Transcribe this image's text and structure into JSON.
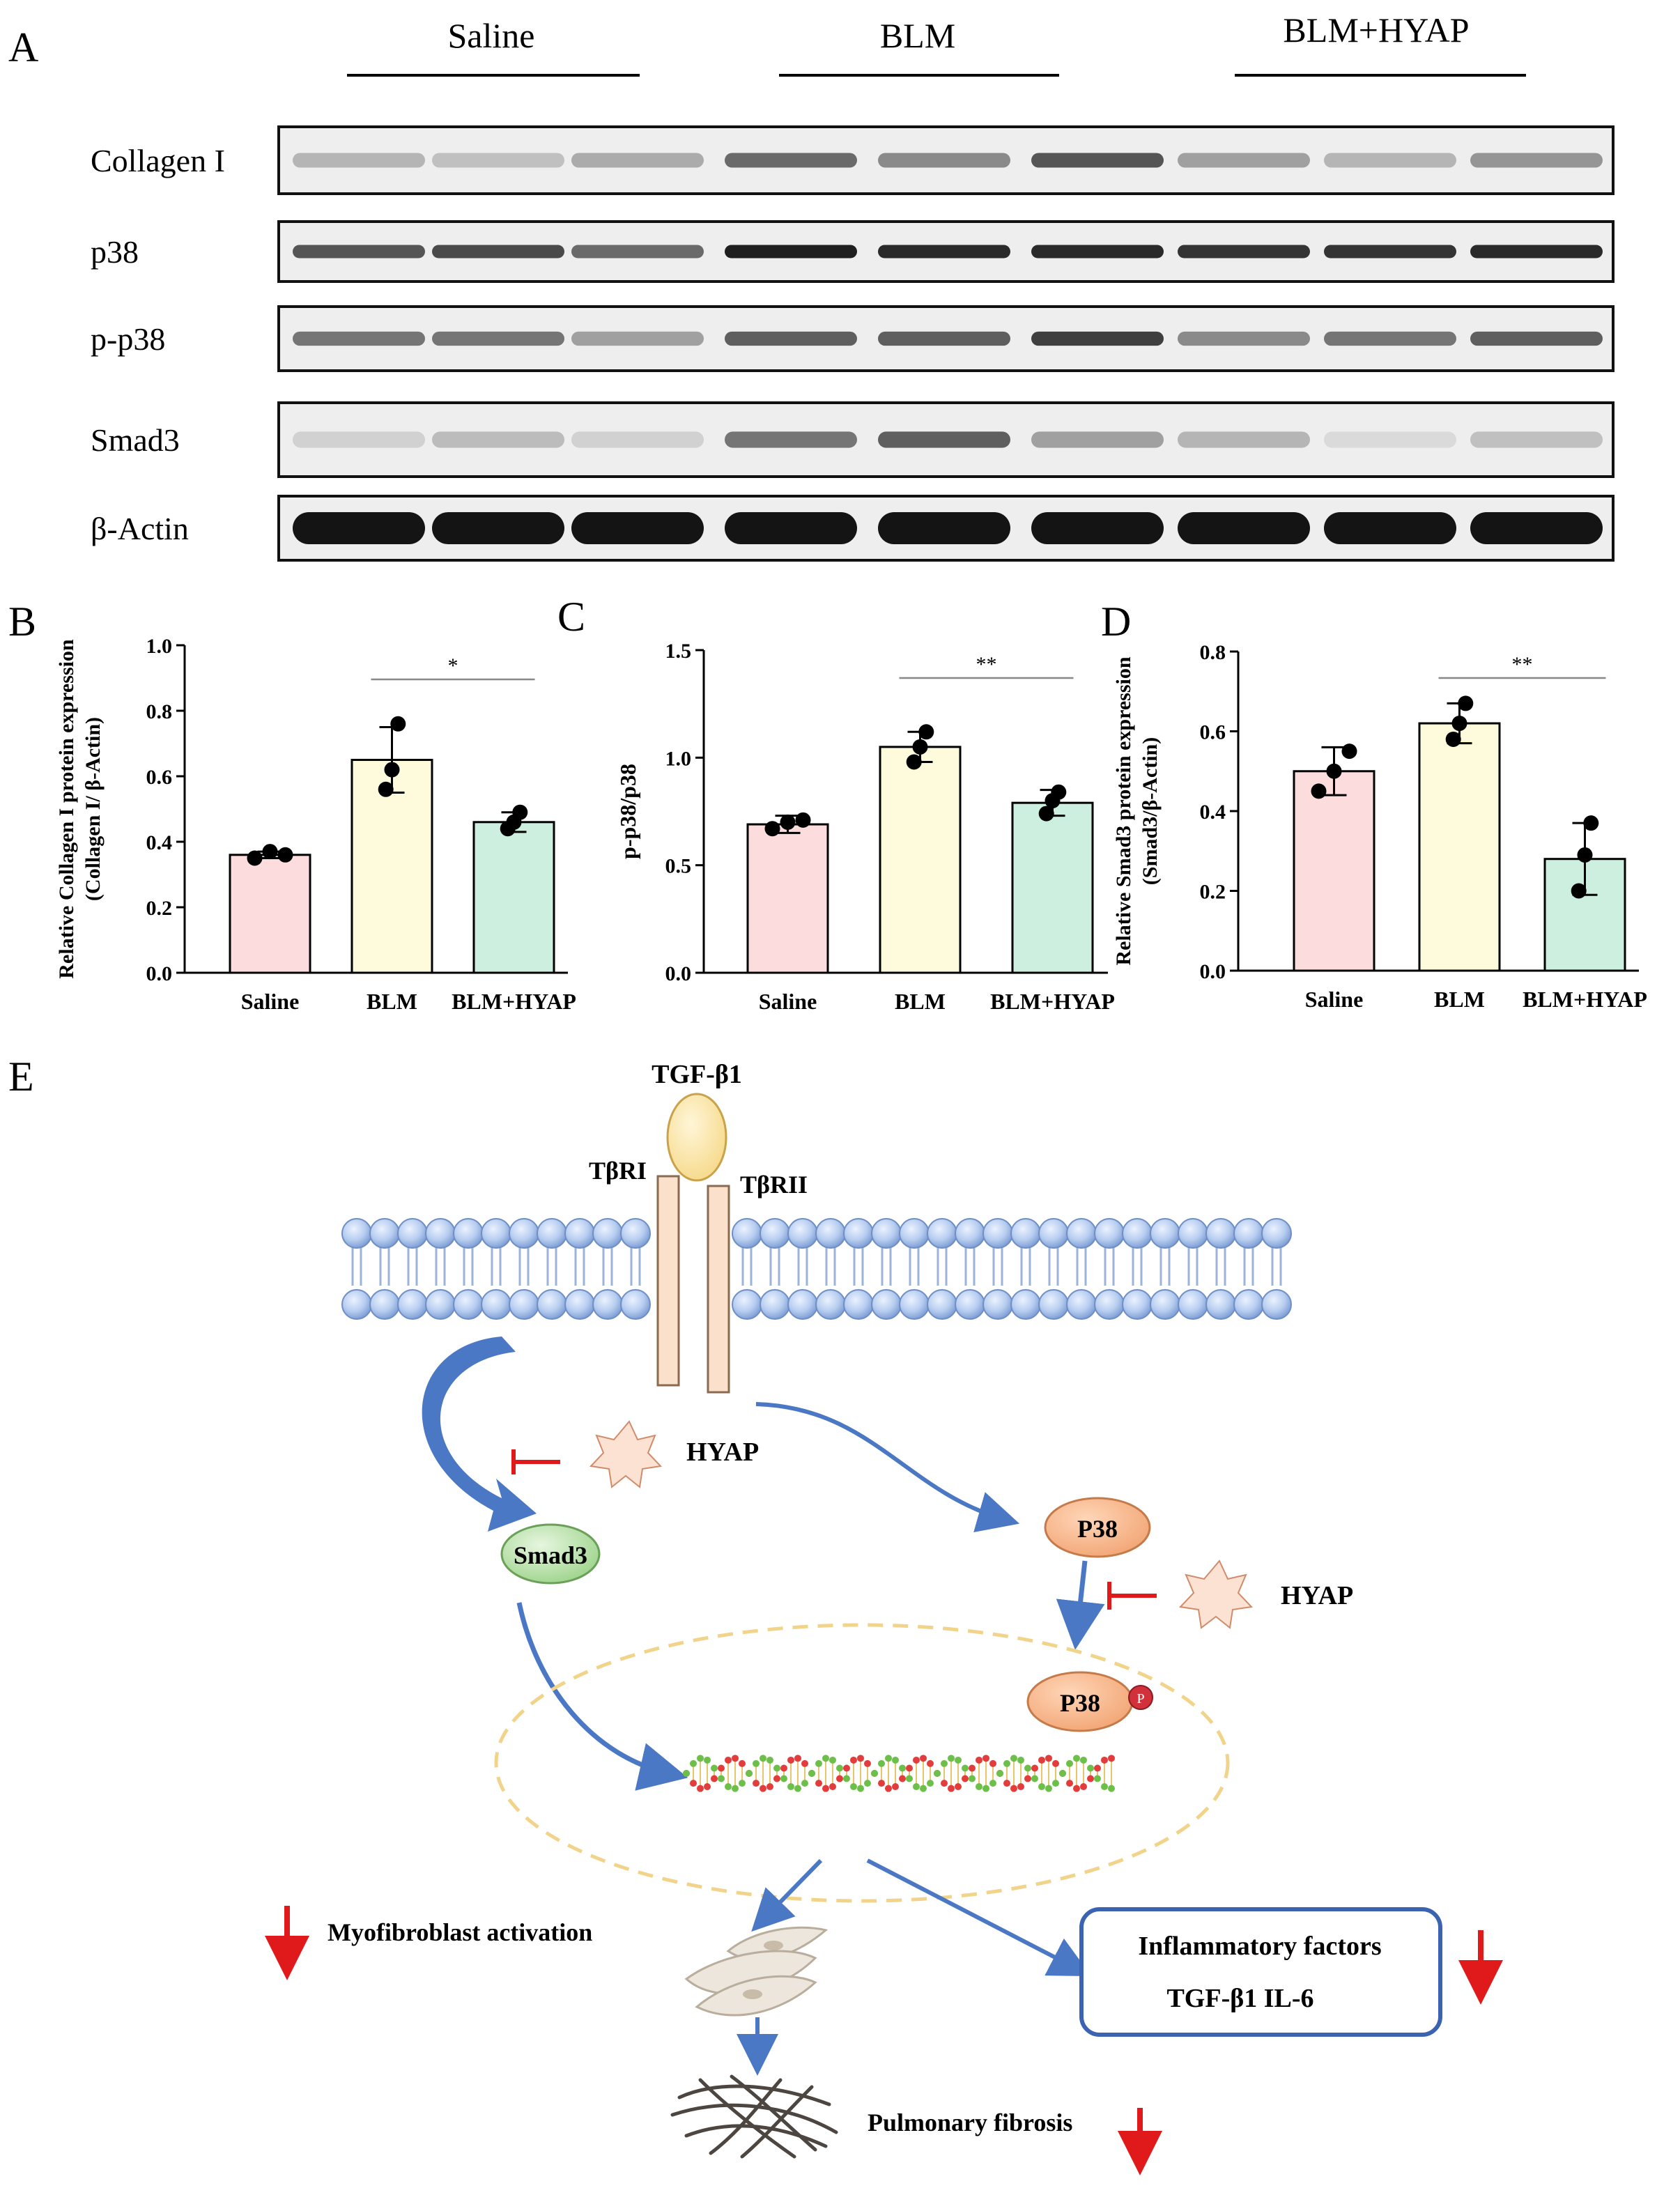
{
  "panels": {
    "a": "A",
    "b": "B",
    "c": "C",
    "d": "D",
    "e": "E"
  },
  "blot": {
    "groups": [
      {
        "label": "Saline"
      },
      {
        "label": "BLM"
      },
      {
        "label": "BLM+HYAP"
      }
    ],
    "rows": [
      {
        "label": "Collagen I"
      },
      {
        "label": "p38"
      },
      {
        "label": "p-p38"
      },
      {
        "label": "Smad3"
      },
      {
        "label": "β-Actin"
      }
    ]
  },
  "chart_data": [
    {
      "type": "bar",
      "panel": "B",
      "categories": [
        "Saline",
        "BLM",
        "BLM+HYAP"
      ],
      "values": [
        0.36,
        0.65,
        0.46
      ],
      "errors": [
        0.01,
        0.1,
        0.03
      ],
      "points": [
        [
          0.35,
          0.37,
          0.36
        ],
        [
          0.56,
          0.62,
          0.76
        ],
        [
          0.44,
          0.46,
          0.49
        ]
      ],
      "ylabel_line1": "Relative Collagen  I protein expression",
      "ylabel_line2": "(Collagen  I/ β-Actin)",
      "ylim": [
        0,
        1.0
      ],
      "yticks": [
        "0.0",
        "0.2",
        "0.4",
        "0.6",
        "0.8",
        "1.0"
      ],
      "significance": "*",
      "colors": [
        "#fcdcdc",
        "#fdfbdc",
        "#cdefe0"
      ]
    },
    {
      "type": "bar",
      "panel": "C",
      "categories": [
        "Saline",
        "BLM",
        "BLM+HYAP"
      ],
      "values": [
        0.69,
        1.05,
        0.79
      ],
      "errors": [
        0.04,
        0.07,
        0.06
      ],
      "points": [
        [
          0.67,
          0.7,
          0.71
        ],
        [
          0.98,
          1.05,
          1.12
        ],
        [
          0.74,
          0.8,
          0.84
        ]
      ],
      "ylabel": "p-p38/p38",
      "ylim": [
        0,
        1.5
      ],
      "yticks": [
        "0.0",
        "0.5",
        "1.0",
        "1.5"
      ],
      "significance": "**",
      "colors": [
        "#fcdcdc",
        "#fdfbdc",
        "#cdefe0"
      ]
    },
    {
      "type": "bar",
      "panel": "D",
      "categories": [
        "Saline",
        "BLM",
        "BLM+HYAP"
      ],
      "values": [
        0.5,
        0.62,
        0.28
      ],
      "errors": [
        0.06,
        0.05,
        0.09
      ],
      "points": [
        [
          0.45,
          0.5,
          0.55
        ],
        [
          0.58,
          0.62,
          0.67
        ],
        [
          0.2,
          0.29,
          0.37
        ]
      ],
      "ylabel_line1": "Relative Smad3 protein expression",
      "ylabel_line2": "(Smad3/β-Actin)",
      "ylim": [
        0,
        0.8
      ],
      "yticks": [
        "0.0",
        "0.2",
        "0.4",
        "0.6",
        "0.8"
      ],
      "significance": "**",
      "colors": [
        "#fcdcdc",
        "#fdfbdc",
        "#cdefe0"
      ]
    }
  ],
  "diagram": {
    "ligand": "TGF-β1",
    "receptor1": "TβRI",
    "receptor2": "TβRII",
    "inhibitor": "HYAP",
    "smad3": "Smad3",
    "p38": "P38",
    "phospho": "P",
    "myofibroblast": "Myofibroblast activation",
    "inflammatory_title": "Inflammatory factors",
    "inflammatory_items": "TGF-β1 IL-6",
    "fibrosis": "Pulmonary fibrosis"
  }
}
